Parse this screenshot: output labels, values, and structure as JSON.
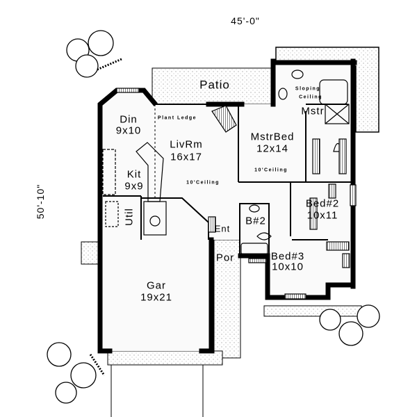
{
  "overall_width": "45'-0\"",
  "overall_depth": "50'-10\"",
  "rooms": {
    "patio": {
      "name": "Patio"
    },
    "din": {
      "name": "Din",
      "size": "9x10"
    },
    "livrm": {
      "name": "LivRm",
      "size": "16x17",
      "note": "10'Ceiling"
    },
    "plant_ledge": {
      "name": "Plant Ledge"
    },
    "kit": {
      "name": "Kit",
      "size": "9x9"
    },
    "util": {
      "name": "Util"
    },
    "mstrbed": {
      "name": "MstrBed",
      "size": "12x14",
      "note": "10'Ceiling"
    },
    "mstr": {
      "name": "Mstr",
      "note1": "Sloping",
      "note2": "Ceiling"
    },
    "bed2": {
      "name": "Bed#2",
      "size": "10x11"
    },
    "b2": {
      "name": "B#2"
    },
    "ent": {
      "name": "Ent"
    },
    "por": {
      "name": "Por"
    },
    "bed3": {
      "name": "Bed#3",
      "size": "10x10"
    },
    "gar": {
      "name": "Gar",
      "size": "19x21"
    }
  }
}
